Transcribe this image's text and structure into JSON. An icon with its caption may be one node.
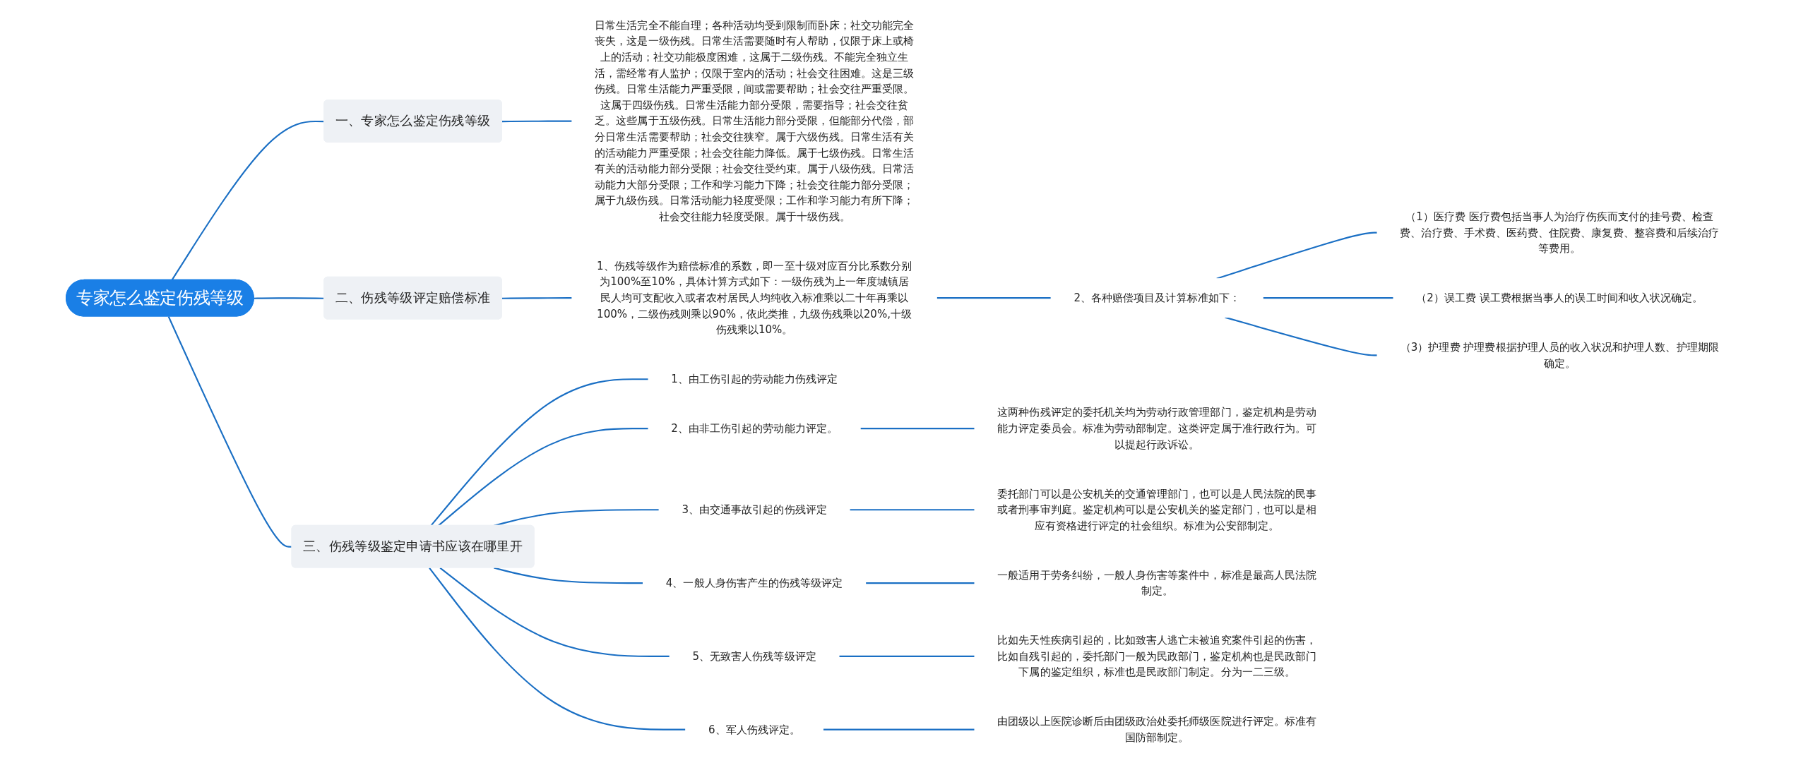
{
  "diagram": {
    "nodes": [
      {
        "text": [
          "专家怎么鉴定伤残等级"
        ]
      },
      {
        "text": [
          "一、专家怎么鉴定伤残等级"
        ]
      },
      {
        "text": [
          "日常生活完全不能自理；各种活动均受到限制而卧床；社交功能完全丧失，这是一级伤残。日常生活需要随时有人帮助，仅限于床上或椅上的活动；社交功能极度困难，这属于二级伤残。不能完全独立生活，需经常有人监护；仅限于室内的活动；社会交往困难。这是三级伤残。日常生活能力严重受限，间或需要帮助；社会交往严重受限。这属于四级伤残。日常生活能力部分受限，需要指导；社会交往贫乏。这些属于五级伤残。日常生活能力部分受限，但能部分代偿，部分日常生活需要帮助；社会交往狭窄。属于六级伤残。日常生活有关的活动能力严重受限；社会交往能力降低。属于七级伤残。日常生活有关的活动能力部分受限；社会交往受约束。属于八级伤残。日常活动能力大部分受限；工作和学习能力下降；社会交往能力部分受限；属于九级伤残。日常活动能力轻度受限；工作和学习能力有所下降；社会交往能力轻度受限。属于十级伤残。"
        ]
      },
      {
        "text": [
          "二、伤残等级评定赔偿标准"
        ]
      },
      {
        "text": [
          "1、伤残等级作为赔偿标准的系数，即一至十级对应百分比系数分别为100%至10%，具体计算方式如下：一级伤残为上一年度城镇居民人均可支配收入或者农村居民人均纯收入标准乘以二十年再乘以100%，二级伤残则乘以90%，依此类推，九级伤残乘以20%,十级伤残乘以10%。"
        ]
      },
      {
        "text": [
          "2、各种赔偿项目及计算标准如下："
        ]
      },
      {
        "text": [
          "（1）医疗费 医疗费包括当事人为治疗伤疾而支付的挂号费、检查费、治疗费、手术费、医药费、住院费、康复费、整容费和后续治疗等费用。"
        ]
      },
      {
        "text": [
          "（2）误工费 误工费根据当事人的误工时间和收入状况确定。"
        ]
      },
      {
        "text": [
          "（3）护理费 护理费根据护理人员的收入状况和护理人数、护理期限确定。"
        ]
      },
      {
        "text": [
          "三、伤残等级鉴定申请书应该在哪里开"
        ]
      },
      {
        "text": [
          "1、由工伤引起的劳动能力伤残评定"
        ]
      },
      {
        "text": [
          "2、由非工伤引起的劳动能力评定。"
        ]
      },
      {
        "text": [
          "这两种伤残评定的委托机关均为劳动行政管理部门，鉴定机构是劳动能力评定委员会。标准为劳动部制定。这类评定属于准行政行为。可以提起行政诉讼。"
        ]
      },
      {
        "text": [
          "3、由交通事故引起的伤残评定"
        ]
      },
      {
        "text": [
          "委托部门可以是公安机关的交通管理部门，也可以是人民法院的民事或者刑事审判庭。鉴定机构可以是公安机关的鉴定部门，也可以是相应有资格进行评定的社会组织。标准为公安部制定。"
        ]
      },
      {
        "text": [
          "4、一般人身伤害产生的伤残等级评定"
        ]
      },
      {
        "text": [
          "一般适用于劳务纠纷，一般人身伤害等案件中，标准是最高人民法院制定。"
        ]
      },
      {
        "text": [
          "5、无致害人伤残等级评定"
        ]
      },
      {
        "text": [
          "比如先天性疾病引起的，比如致害人逃亡未被追究案件引起的伤害，比如自残引起的，委托部门一般为民政部门，鉴定机构也是民政部门下属的鉴定组织，标准也是民政部门制定。分为一二三级。"
        ]
      },
      {
        "text": [
          "6、军人伤残评定。"
        ]
      },
      {
        "text": [
          "由团级以上医院诊断后由团级政治处委托师级医院进行评定。标准有国防部制定。"
        ]
      }
    ],
    "edges": [
      {
        "from": 0,
        "to": 1,
        "arrow": "none"
      },
      {
        "from": 1,
        "to": 2,
        "arrow": "none"
      },
      {
        "from": 0,
        "to": 3,
        "arrow": "none"
      },
      {
        "from": 3,
        "to": 4,
        "arrow": "none"
      },
      {
        "from": 4,
        "to": 5,
        "arrow": "none"
      },
      {
        "from": 5,
        "to": 6,
        "arrow": "none"
      },
      {
        "from": 5,
        "to": 7,
        "arrow": "none"
      },
      {
        "from": 5,
        "to": 8,
        "arrow": "none"
      },
      {
        "from": 0,
        "to": 9,
        "arrow": "none"
      },
      {
        "from": 9,
        "to": 10,
        "arrow": "none"
      },
      {
        "from": 9,
        "to": 11,
        "arrow": "none"
      },
      {
        "from": 11,
        "to": 12,
        "arrow": "none"
      },
      {
        "from": 9,
        "to": 13,
        "arrow": "none"
      },
      {
        "from": 13,
        "to": 14,
        "arrow": "none"
      },
      {
        "from": 9,
        "to": 15,
        "arrow": "none"
      },
      {
        "from": 15,
        "to": 16,
        "arrow": "none"
      },
      {
        "from": 9,
        "to": 17,
        "arrow": "none"
      },
      {
        "from": 17,
        "to": 18,
        "arrow": "none"
      },
      {
        "from": 9,
        "to": 19,
        "arrow": "none"
      },
      {
        "from": 19,
        "to": 20,
        "arrow": "none"
      }
    ]
  }
}
